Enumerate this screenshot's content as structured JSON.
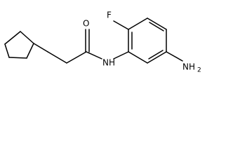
{
  "atoms": {
    "oxygen": "O",
    "amide_nitrogen": "NH",
    "fluorine": "F",
    "amine": "NH",
    "amine_subscript": "2"
  },
  "colors": {
    "bond": "#000000",
    "label": "#000000",
    "background": "#ffffff"
  }
}
